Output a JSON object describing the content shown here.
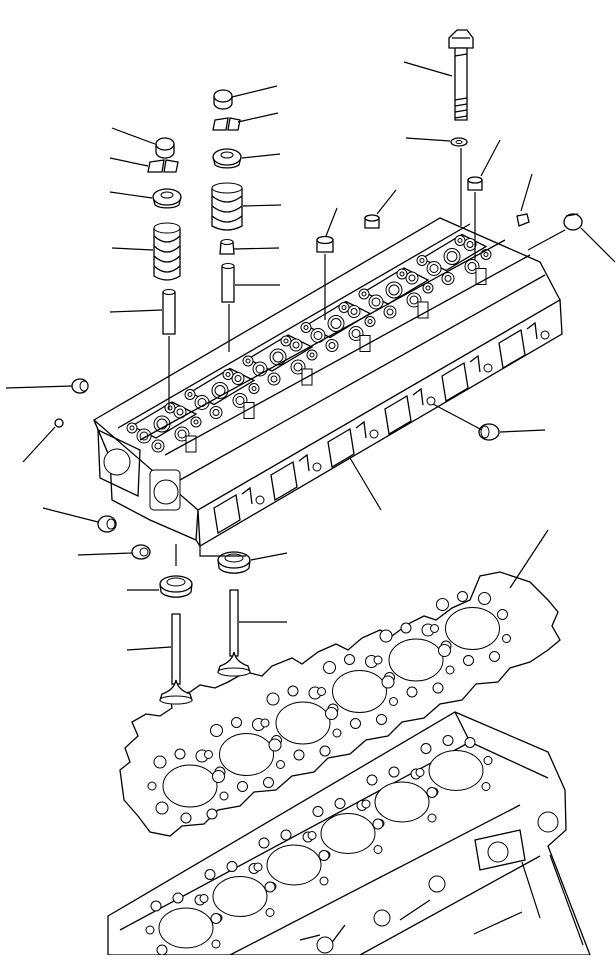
{
  "diagram": {
    "type": "exploded parts illustration",
    "assemblies": [
      "cylinder-head",
      "cylinder-head-gasket",
      "cylinder-block"
    ],
    "callout_count": 27,
    "labels_printed": false
  }
}
